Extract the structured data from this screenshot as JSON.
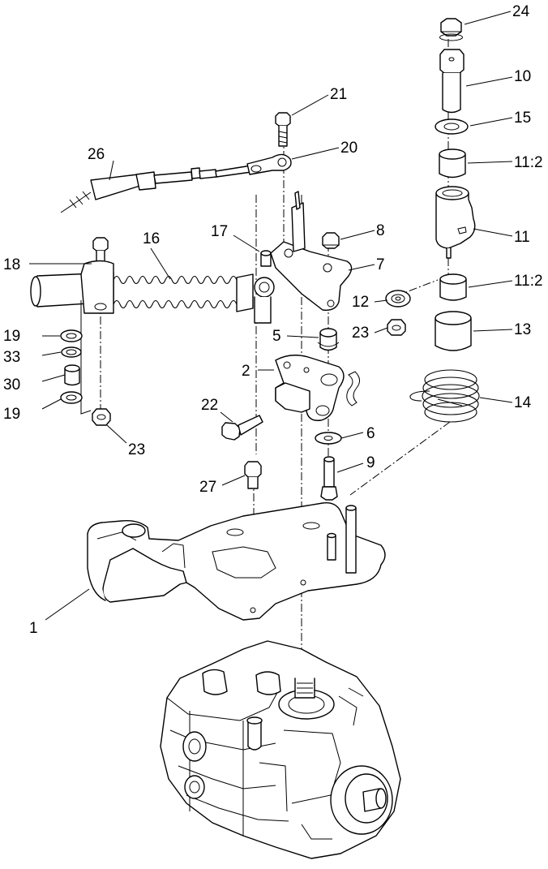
{
  "diagram": {
    "callouts": [
      {
        "id": "24",
        "text": "24"
      },
      {
        "id": "10",
        "text": "10"
      },
      {
        "id": "15",
        "text": "15"
      },
      {
        "id": "11-2-top",
        "text": "11:2"
      },
      {
        "id": "11",
        "text": "11"
      },
      {
        "id": "11-2-bottom",
        "text": "11:2"
      },
      {
        "id": "13",
        "text": "13"
      },
      {
        "id": "14",
        "text": "14"
      },
      {
        "id": "21",
        "text": "21"
      },
      {
        "id": "20",
        "text": "20"
      },
      {
        "id": "26",
        "text": "26"
      },
      {
        "id": "16",
        "text": "16"
      },
      {
        "id": "17",
        "text": "17"
      },
      {
        "id": "8",
        "text": "8"
      },
      {
        "id": "7",
        "text": "7"
      },
      {
        "id": "12",
        "text": "12"
      },
      {
        "id": "23-mid",
        "text": "23"
      },
      {
        "id": "18",
        "text": "18"
      },
      {
        "id": "5",
        "text": "5"
      },
      {
        "id": "2",
        "text": "2"
      },
      {
        "id": "19-top",
        "text": "19"
      },
      {
        "id": "33",
        "text": "33"
      },
      {
        "id": "30",
        "text": "30"
      },
      {
        "id": "19-bottom",
        "text": "19"
      },
      {
        "id": "23-bottom",
        "text": "23"
      },
      {
        "id": "22",
        "text": "22"
      },
      {
        "id": "6",
        "text": "6"
      },
      {
        "id": "9",
        "text": "9"
      },
      {
        "id": "27",
        "text": "27"
      },
      {
        "id": "1",
        "text": "1"
      }
    ]
  }
}
